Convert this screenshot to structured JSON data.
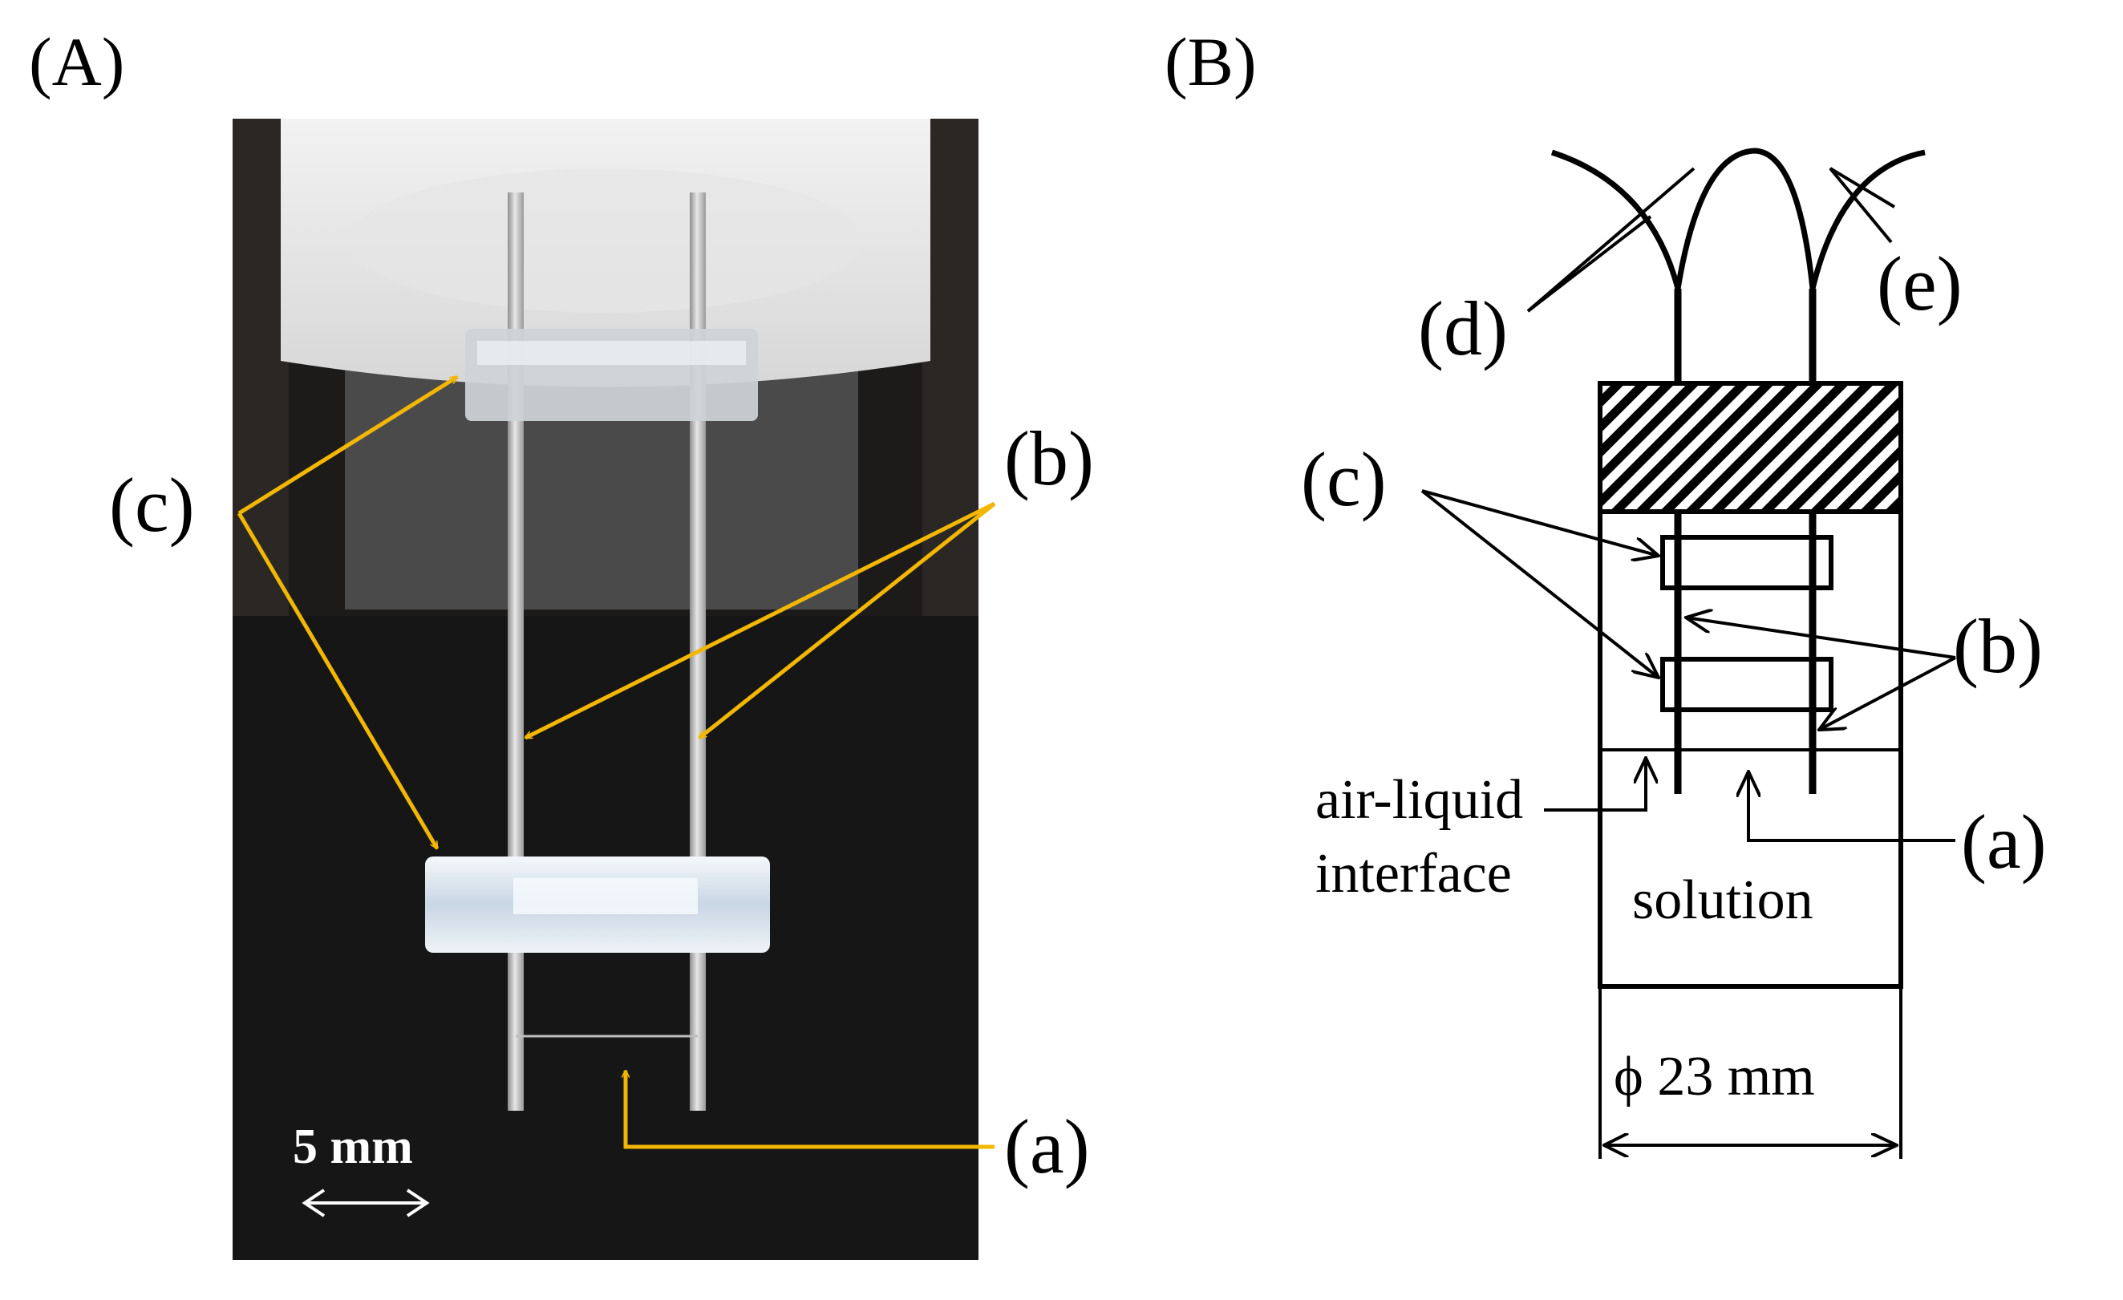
{
  "panels": {
    "a_title": "(A)",
    "b_title": "(B)"
  },
  "photo": {
    "label_c": "(c)",
    "label_b": "(b)",
    "label_a": "(a)",
    "scale_text": "5 mm",
    "scale_arrow": "⟷",
    "accent": "#F2B705"
  },
  "schematic": {
    "label_d": "(d)",
    "label_e": "(e)",
    "label_c": "(c)",
    "label_b": "(b)",
    "label_a": "(a)",
    "interface_line1": "air-liquid",
    "interface_line2": "interface",
    "solution": "solution",
    "diameter": "ϕ 23 mm"
  }
}
